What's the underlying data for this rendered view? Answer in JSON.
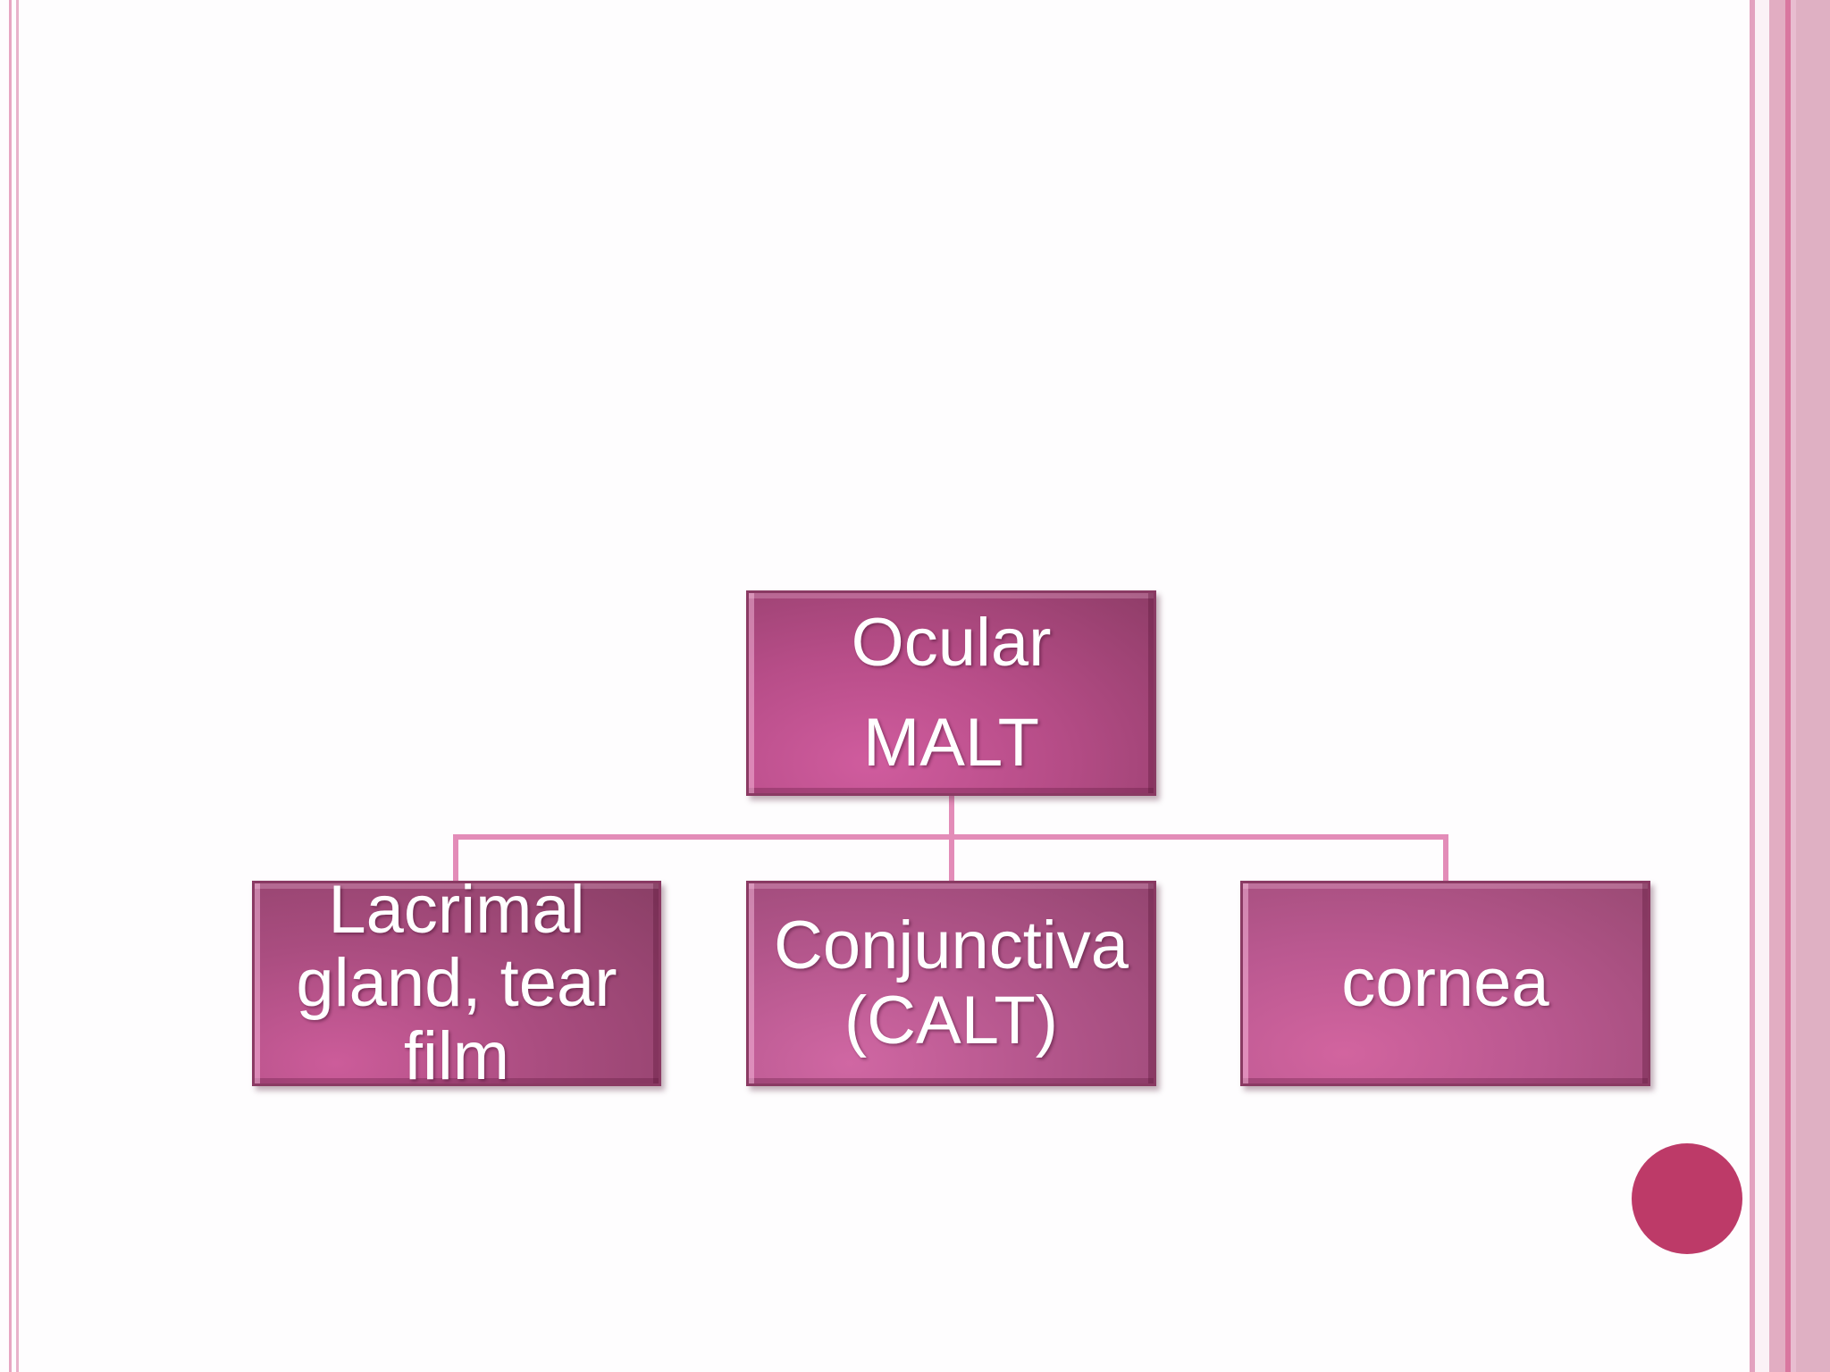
{
  "diagram": {
    "type": "org-chart",
    "root": {
      "label": "Ocular\nMALT"
    },
    "children": [
      {
        "label": "Lacrimal\ngland, tear\nfilm"
      },
      {
        "label": "Conjunctiva\n(CALT)"
      },
      {
        "label": "cornea"
      }
    ]
  },
  "colors": {
    "box_gradient_light": "#cf5c9b",
    "box_gradient_dark": "#8f3d68",
    "connector": "#e38cb8",
    "accent_dot": "#bd3a68",
    "border_pink": "#e6a7c2"
  }
}
